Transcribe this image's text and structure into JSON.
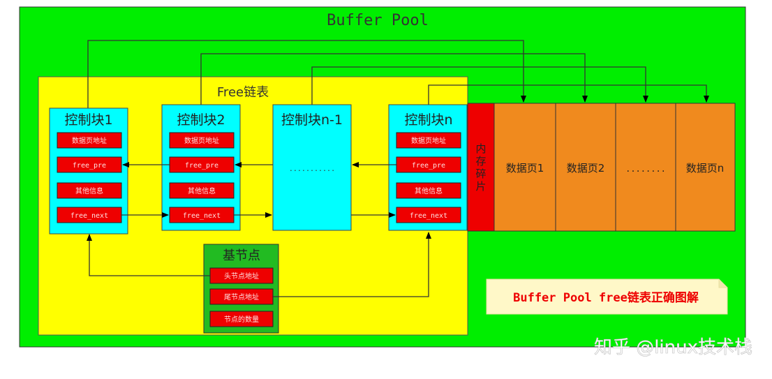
{
  "buffer_pool_title": "Buffer Pool",
  "free_list_title": "Free链表",
  "control_blocks": [
    {
      "title": "控制块1",
      "fields": [
        "数据页地址",
        "free_pre",
        "其他信息",
        "free_next"
      ]
    },
    {
      "title": "控制块2",
      "fields": [
        "数据页地址",
        "free_pre",
        "其他信息",
        "free_next"
      ]
    },
    {
      "title": "控制块n-1",
      "ellipsis": "..........."
    },
    {
      "title": "控制块n",
      "fields": [
        "数据页地址",
        "free_pre",
        "其他信息",
        "free_next"
      ]
    }
  ],
  "fragment_label": [
    "内",
    "存",
    "碎",
    "片"
  ],
  "pages": [
    "数据页1",
    "数据页2",
    "........",
    "数据页n"
  ],
  "base_node": {
    "title": "基节点",
    "fields": [
      "头节点地址",
      "尾节点地址",
      "节点的数量"
    ]
  },
  "caption": "Buffer Pool free链表正确图解",
  "watermark": "知乎 @linux技术栈",
  "colors": {
    "pool_green": "#00ee00",
    "free_yellow": "#ffff00",
    "block_cyan": "#00ffff",
    "field_red": "#ee0000",
    "page_orange": "#f08a1e",
    "base_green": "#22bb22",
    "caption_bg": "#fff8c8"
  }
}
